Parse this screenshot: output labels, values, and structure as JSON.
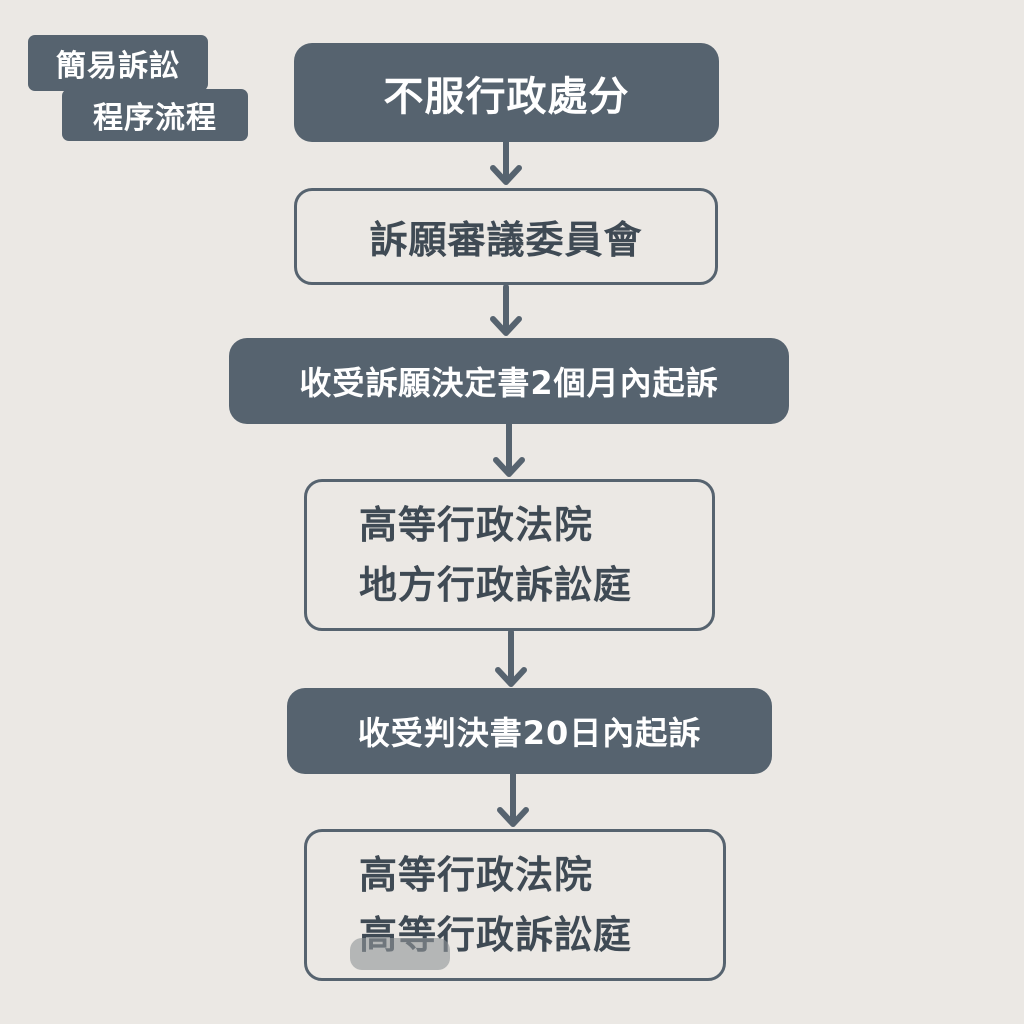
{
  "tag": {
    "line1": "簡易訴訟",
    "line2": "程序流程"
  },
  "nodes": {
    "n1": "不服行政處分",
    "n2": "訴願審議委員會",
    "n3": "收受訴願決定書2個月內起訴",
    "n4_line1": "高等行政法院",
    "n4_line2": "地方行政訴訟庭",
    "n5": "收受判決書20日內起訴",
    "n6_line1": "高等行政法院",
    "n6_line2": "高等行政訴訟庭"
  },
  "colors": {
    "dark": "#56636f",
    "background": "#ebe8e4",
    "text_dark": "#3f4a54"
  }
}
